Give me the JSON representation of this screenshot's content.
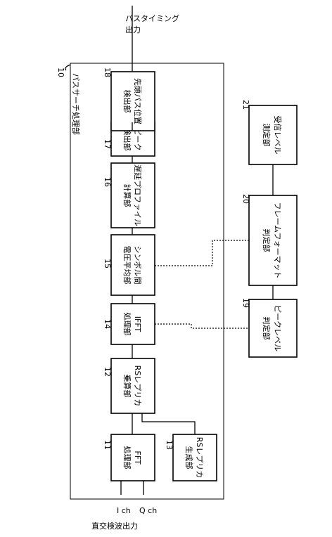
{
  "diagram": {
    "outer_block": {
      "number": "10",
      "label": "パスサーチ処理部"
    },
    "blocks": [
      {
        "id": "fft",
        "number": "11",
        "lines": [
          "FFT",
          "処理部"
        ]
      },
      {
        "id": "rsrep",
        "number": "13",
        "lines": [
          "RSレプリカ",
          "生成部"
        ]
      },
      {
        "id": "rsmul",
        "number": "12",
        "lines": [
          "RSレプリカ",
          "乗算部"
        ]
      },
      {
        "id": "ifft",
        "number": "14",
        "lines": [
          "IFFT",
          "処理部"
        ]
      },
      {
        "id": "sym",
        "number": "15",
        "lines": [
          "シンボル間",
          "電圧平均部"
        ]
      },
      {
        "id": "delay",
        "number": "16",
        "lines": [
          "遅延プロファイル",
          "計算部"
        ]
      },
      {
        "id": "peak",
        "number": "17",
        "lines": [
          "ピーク",
          "検出部"
        ]
      },
      {
        "id": "path",
        "number": "18",
        "lines": [
          "先頭パス位置",
          "検出部"
        ]
      },
      {
        "id": "pkl",
        "number": "19",
        "lines": [
          "ピークレベル",
          "判定部"
        ]
      },
      {
        "id": "frame",
        "number": "20",
        "lines": [
          "フレームフォーマット",
          "判定部"
        ]
      },
      {
        "id": "rxl",
        "number": "21",
        "lines": [
          "受信レベル",
          "測定部"
        ]
      }
    ],
    "inputs": {
      "i_label": "I ch",
      "q_label": "Q ch",
      "source_label": "直交検波出力"
    },
    "output_label": [
      "パスタイミング",
      "出力"
    ]
  }
}
